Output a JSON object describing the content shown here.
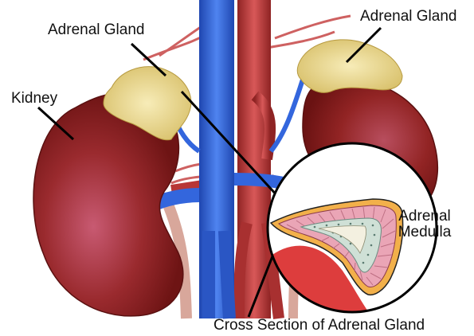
{
  "labels": {
    "adrenal_gland_left": "Adrenal Gland",
    "adrenal_gland_right": "Adrenal Gland",
    "kidney": "Kidney",
    "adrenal_medulla_line1": "Adrenal",
    "adrenal_medulla_line2": "Medulla",
    "cross_section": "Cross Section of Adrenal Gland"
  },
  "colors": {
    "kidney": "#8e2020",
    "kidney_highlight": "#c85a72",
    "adrenal": "#eedc9a",
    "vein": "#2f5fd4",
    "artery": "#c03a3a",
    "cortex_stripes": "#e7a8b8",
    "capsule": "#f2a93a",
    "medulla": "#c9d9d2"
  },
  "icons": [
    "kidney-left",
    "kidney-right",
    "adrenal-gland-left",
    "adrenal-gland-right",
    "vena-cava",
    "aorta",
    "cross-section-inset"
  ]
}
